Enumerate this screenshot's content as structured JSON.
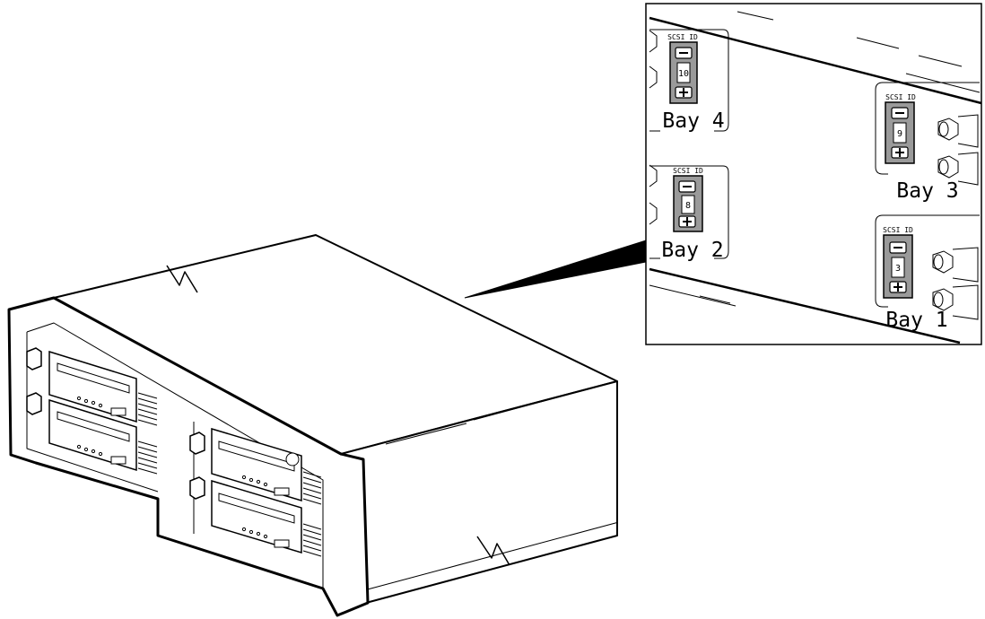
{
  "colors": {
    "line": "#000000",
    "switch_fill": "#9a9a9a",
    "background": "#ffffff"
  },
  "callout": {
    "bays": [
      {
        "label": "Bay 4",
        "scsi_label": "SCSI ID",
        "scsi_id": "10"
      },
      {
        "label": "Bay 3",
        "scsi_label": "SCSI ID",
        "scsi_id": "9"
      },
      {
        "label": "Bay 2",
        "scsi_label": "SCSI ID",
        "scsi_id": "8"
      },
      {
        "label": "Bay 1",
        "scsi_label": "SCSI ID",
        "scsi_id": "3"
      }
    ]
  }
}
